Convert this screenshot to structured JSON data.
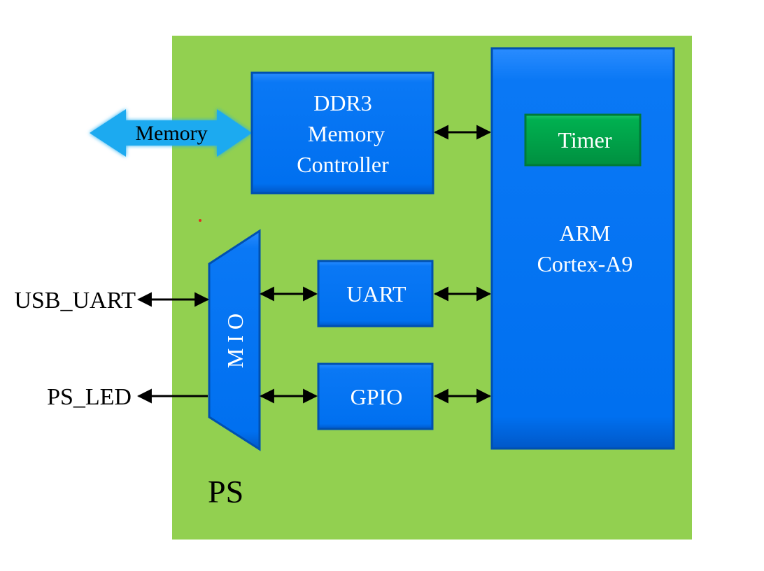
{
  "diagram": {
    "region_label": "PS",
    "memory_label": "Memory",
    "ddr3_lines": [
      "DDR3",
      "Memory",
      "Controller"
    ],
    "arm_lines": [
      "ARM",
      "Cortex-A9"
    ],
    "timer_label": "Timer",
    "uart_label": "UART",
    "gpio_label": "GPIO",
    "mio_label": "M I O",
    "usb_uart_label": "USB_UART",
    "ps_led_label": "PS_LED"
  },
  "colors": {
    "ps_region": "#92d050",
    "block_blue": "#0070f0",
    "block_blue_edge": "#0050b0",
    "timer_green": "#00b050",
    "memory_arrow": "#1eaaf0",
    "arrow": "#000000",
    "block_text": "#ffffff",
    "label_text": "#000000"
  }
}
